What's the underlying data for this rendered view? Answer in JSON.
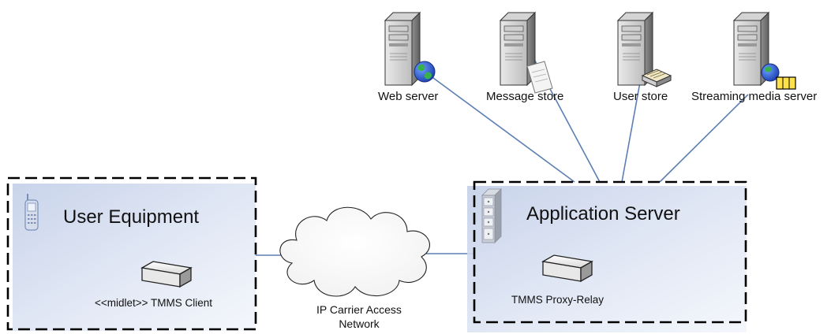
{
  "servers": [
    {
      "id": "web",
      "label": "Web server",
      "badge": "globe-icon"
    },
    {
      "id": "message",
      "label": "Message store",
      "badge": "document-icon"
    },
    {
      "id": "user",
      "label": "User store",
      "badge": "tray-icon"
    },
    {
      "id": "streaming",
      "label": "Streaming media server",
      "badge": "globe-folder-icon"
    }
  ],
  "user_equipment": {
    "title": "User Equipment",
    "component": "<<midlet>> TMMS Client",
    "icon": "mobile-phone-icon"
  },
  "application_server": {
    "title": "Application Server",
    "component": "TMMS Proxy-Relay",
    "icon": "server-rack-icon"
  },
  "network": {
    "line1": "IP Carrier Access",
    "line2": "Network",
    "icon": "cloud-icon"
  },
  "colors": {
    "box_fill": "#d6dff0",
    "connector": "#5b7fb3",
    "border": "#000000"
  }
}
